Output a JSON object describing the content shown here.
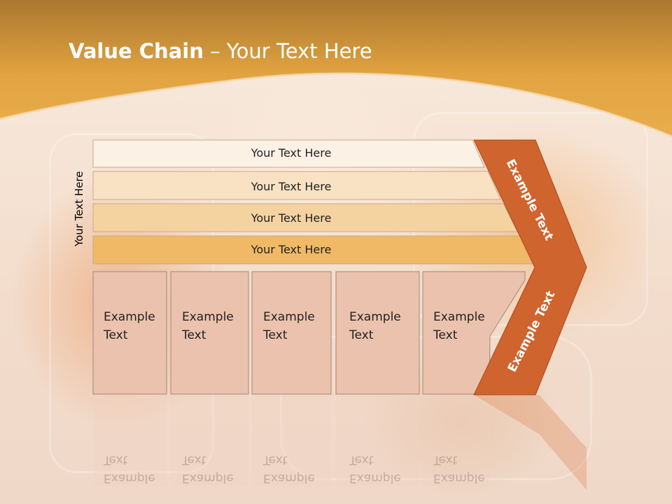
{
  "slide": {
    "title_bold": "Value Chain",
    "title_rest": " – Your Text Here",
    "side_label": "Your Text Here"
  },
  "bars": [
    {
      "label": "Your Text Here",
      "color": "#fbf1e5"
    },
    {
      "label": "Your Text Here",
      "color": "#f9e2c3"
    },
    {
      "label": "Your Text Here",
      "color": "#f5d3a1"
    },
    {
      "label": "Your Text Here",
      "color": "#efb966"
    }
  ],
  "columns": [
    {
      "line1": "Example",
      "line2": "Text"
    },
    {
      "line1": "Example",
      "line2": "Text"
    },
    {
      "line1": "Example",
      "line2": "Text"
    },
    {
      "line1": "Example",
      "line2": "Text"
    },
    {
      "line1": "Example",
      "line2": "Text"
    }
  ],
  "arrow": {
    "upper_label": "Example Text",
    "lower_label": "Example Text",
    "color": "#d0642e"
  },
  "colors": {
    "header_orange": "#e7a640",
    "column_fill": "#ebc2ad"
  }
}
